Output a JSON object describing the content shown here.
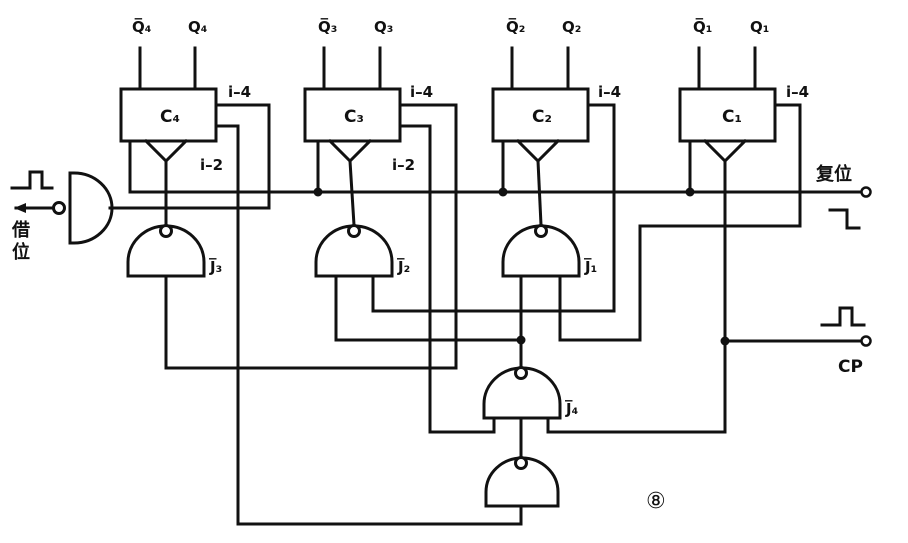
{
  "counters": [
    {
      "box": "C₄",
      "qbar": "Q̅₄",
      "q": "Q₄",
      "door_top": "i–4",
      "door_side": "i–2"
    },
    {
      "box": "C₃",
      "qbar": "Q̅₃",
      "q": "Q₃",
      "door_top": "i–4",
      "door_side": "i–2"
    },
    {
      "box": "C₂",
      "qbar": "Q̅₂",
      "q": "Q₂",
      "door_top": "i–4"
    },
    {
      "box": "C₁",
      "qbar": "Q̅₁",
      "q": "Q₁",
      "door_top": "i–4"
    }
  ],
  "gates": {
    "j3": "J̅₃",
    "j2": "J̅₂",
    "j1": "J̅₁",
    "j4": "J̅₄"
  },
  "signals": {
    "reset": "复位",
    "borrow": "借位",
    "cp": "CP"
  },
  "figure_number": "⑧"
}
